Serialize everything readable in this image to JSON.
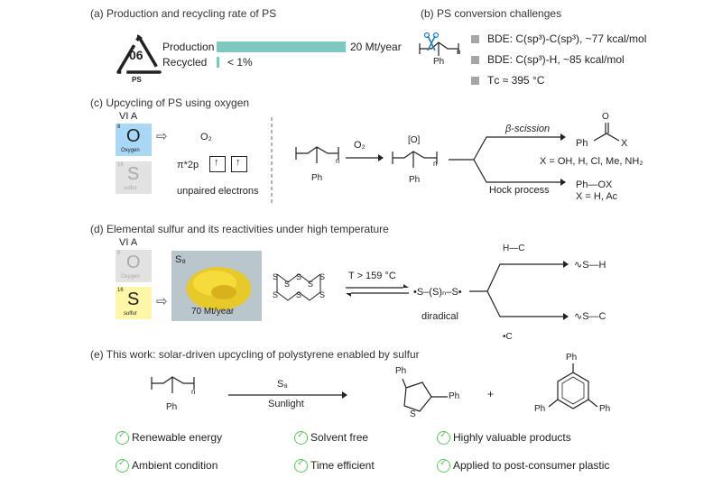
{
  "panel_a": {
    "title": "(a) Production and recycling rate of PS",
    "recycle_code": "06",
    "recycle_label": "PS",
    "production_label": "Production",
    "production_value": "20 Mt/year",
    "recycled_label": "Recycled",
    "recycled_value": "< 1%"
  },
  "panel_b": {
    "title": "(b) PS conversion challenges",
    "polymer_sub": "n",
    "polymer_group": "Ph",
    "bullets": [
      "BDE: C(sp³)-C(sp³), ~77 kcal/mol",
      "BDE: C(sp³)-H, ~85 kcal/mol",
      "Tᴄ ≈ 395 °C"
    ]
  },
  "panel_c": {
    "title": "(c) Upcycling of PS using oxygen",
    "group": "VI A",
    "oxygen": {
      "number": "8",
      "symbol": "O",
      "name": "Oxygen",
      "color": "#a8d8f5"
    },
    "sulfur": {
      "number": "16",
      "symbol": "S",
      "name": "sulfur",
      "color": "#e2e2e2"
    },
    "o2": "O₂",
    "orbital": "π*2p",
    "unpaired": "unpaired electrons",
    "reagent": "O₂",
    "polymer_sub": "n",
    "polymer_group": "Ph",
    "oxidized_tag": "[O]",
    "product_sub": "n",
    "product_group": "Ph",
    "path_top": "β-scission",
    "path_bottom": "Hock process",
    "product_top_o": "O",
    "product_top_ph": "Ph",
    "product_top_x": "X",
    "product_top_note": "X = OH, H, Cl, Me, NH₂",
    "product_bottom": "Ph—OX",
    "product_bottom_note": "X = H, Ac"
  },
  "panel_d": {
    "title": "(d) Elemental sulfur and its reactivities under high temperature",
    "group": "VI A",
    "oxygen": {
      "number": "8",
      "symbol": "O",
      "name": "Oxygen",
      "color": "#e2e2e2"
    },
    "sulfur": {
      "number": "16",
      "symbol": "S",
      "name": "sulfur",
      "color": "#fff6a8"
    },
    "s8_label": "S₈",
    "production": "70 Mt/year",
    "condition": "T > 159 °C",
    "diradical_formula": "•S‒(S)ₙ‒S•",
    "diradical": "diradical",
    "top_fragment": "H—C",
    "bottom_fragment": "•C",
    "product_top": "∿S—H",
    "product_bottom": "∿S—C"
  },
  "panel_e": {
    "title": "(e) This work: solar-driven upcycling of polystyrene enabled by sulfur",
    "polymer_sub": "n",
    "polymer_group": "Ph",
    "reagent": "S₈",
    "condition": "Sunlight",
    "thiophene_s": "S",
    "thiophene_ph_top": "Ph",
    "thiophene_ph_right": "Ph",
    "plus": "+",
    "benzene_ph_top": "Ph",
    "benzene_ph_left": "Ph",
    "benzene_ph_right": "Ph",
    "check_color": "#5cc85c",
    "features": [
      "Renewable energy",
      "Solvent free",
      "Highly valuable products",
      "Ambient condition",
      "Time efficient",
      "Applied to post-consumer plastic"
    ]
  },
  "colors": {
    "production_bar": "#7fc8c0",
    "bullet": "#a5a5a5",
    "line": "#333333"
  }
}
